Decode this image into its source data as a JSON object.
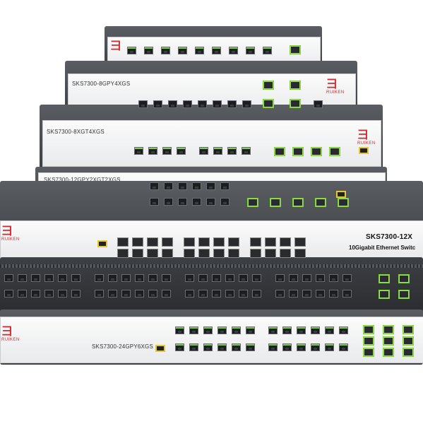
{
  "brand": "RUIKEN",
  "brand_color": "#d9262b",
  "port_led_color": "#7fcf3b",
  "switches": [
    {
      "model": ""
    },
    {
      "model": "SKS7300-8GPY4XGS"
    },
    {
      "model": "SKS7300-8XGT4XGS"
    },
    {
      "model": "SKS7300-12GPY2XGT2XGS"
    },
    {
      "model": "SKS7300-12X",
      "subtitle": "10Gigabit Ethernet Switc"
    },
    {
      "model": ""
    },
    {
      "model": "SKS7300-24GPY6XGS"
    }
  ]
}
